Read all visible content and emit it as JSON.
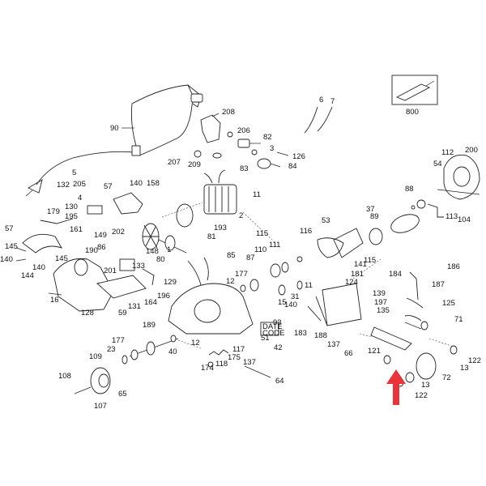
{
  "labels": {
    "l90": "90",
    "l208": "208",
    "l6": "6",
    "l7": "7",
    "l800": "800",
    "l206": "206",
    "l82": "82",
    "l3": "3",
    "l126": "126",
    "l207": "207",
    "l209": "209",
    "l83": "83",
    "l84": "84",
    "l112": "112",
    "l200": "200",
    "l54": "54",
    "l5": "5",
    "l132": "132",
    "l205": "205",
    "l57a": "57",
    "l140a": "140",
    "l158": "158",
    "l11a": "11",
    "l4": "4",
    "l130": "130",
    "l179": "179",
    "l195": "195",
    "l161": "161",
    "l2": "2",
    "l88": "88",
    "l113": "113",
    "l104": "104",
    "l57b": "57",
    "l202": "202",
    "l193": "193",
    "l115a": "115",
    "l81": "81",
    "l53": "53",
    "l89": "89",
    "l37": "37",
    "l116": "116",
    "l145a": "145",
    "l149": "149",
    "l145b": "145",
    "l190": "190",
    "l86": "86",
    "l148": "148",
    "l1": "1",
    "l80": "80",
    "l140b": "140",
    "l140c": "140",
    "l201": "201",
    "l85": "85",
    "l111": "111",
    "l110": "110",
    "l115b": "115",
    "l141": "141",
    "l186": "186",
    "l144": "144",
    "l133": "133",
    "l129": "129",
    "l177a": "177",
    "l87": "87",
    "l181": "181",
    "l124": "124",
    "l184": "184",
    "l187": "187",
    "l16": "16",
    "l59": "59",
    "l131": "131",
    "l196": "196",
    "l164": "164",
    "l12a": "12",
    "l15": "15",
    "l11b": "11",
    "l139": "139",
    "l31": "31",
    "l140d": "140",
    "l197": "197",
    "l135": "135",
    "l125": "125",
    "l128": "128",
    "l93": "93",
    "l183": "183",
    "l188": "188",
    "l71": "71",
    "l189": "189",
    "l137a": "137",
    "l66": "66",
    "l177b": "177",
    "l23": "23",
    "l109": "109",
    "l40": "40",
    "l12b": "12",
    "l117": "117",
    "l175": "175",
    "l118": "118",
    "l174": "174",
    "l121": "121",
    "l122a": "122",
    "l13a": "13",
    "l72": "72",
    "l108": "108",
    "l65": "65",
    "l107": "107",
    "l51": "51",
    "l42": "42",
    "l137b": "137",
    "l64": "64",
    "l13b": "13",
    "l122b": "122",
    "date_code": "DATE\nCODE"
  },
  "colors": {
    "arrow": "#e8343a",
    "line": "#222222"
  },
  "icons": {
    "arrow": "red-arrow-pointer-icon"
  }
}
